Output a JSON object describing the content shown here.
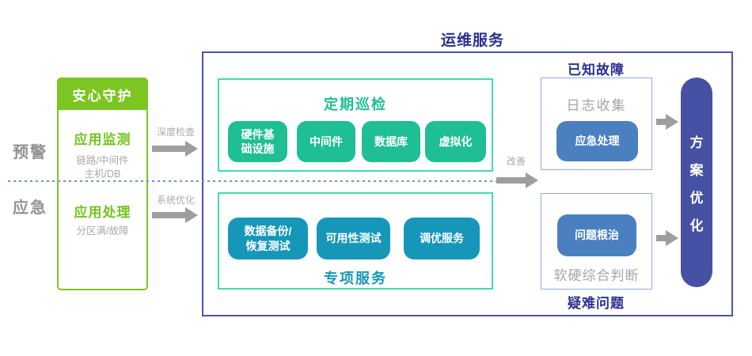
{
  "colors": {
    "bright_green": "#7cc623",
    "emerald": "#1fbe94",
    "mint_border": "#40dcae",
    "teal": "#1697b9",
    "steel_blue": "#4b80c0",
    "light_blue_border": "#8fafdc",
    "indigo_pill": "#4751a3",
    "ops_border": "#4a51b8",
    "dark_blue_text": "#2b3192",
    "gray_text": "#9e9e9e",
    "dotted_line": "#6a93d8"
  },
  "left_labels": {
    "warning": "预警",
    "emergency": "应急"
  },
  "guard_panel": {
    "title": "安心守护",
    "monitor": {
      "title": "应用监测",
      "line1": "链路/中间件",
      "line2": "主机/DB"
    },
    "handle": {
      "title": "应用处理",
      "line1": "分区满/故障"
    }
  },
  "arrows": {
    "deep_check": "深度检查",
    "system_optimize": "系统优化",
    "improve": "改善"
  },
  "ops_panel": {
    "title": "运维服务",
    "inspection": {
      "title": "定期巡检",
      "items": [
        {
          "line1": "硬件基",
          "line2": "础设施"
        },
        {
          "line1": "中间件"
        },
        {
          "line1": "数据库"
        },
        {
          "line1": "虚拟化"
        }
      ]
    },
    "special": {
      "title": "专项服务",
      "items": [
        {
          "line1": "数据备份/",
          "line2": "恢复测试"
        },
        {
          "line1": "可用性测试"
        },
        {
          "line1": "调优服务"
        }
      ]
    },
    "known_fault": {
      "title": "已知故障",
      "label": "日志收集",
      "action": "应急处理"
    },
    "difficult": {
      "title": "疑难问题",
      "action": "问题根治",
      "label": "软硬综合判断"
    }
  },
  "solution": {
    "title": "方案优化",
    "chars": [
      "方",
      "案",
      "优",
      "化"
    ]
  }
}
